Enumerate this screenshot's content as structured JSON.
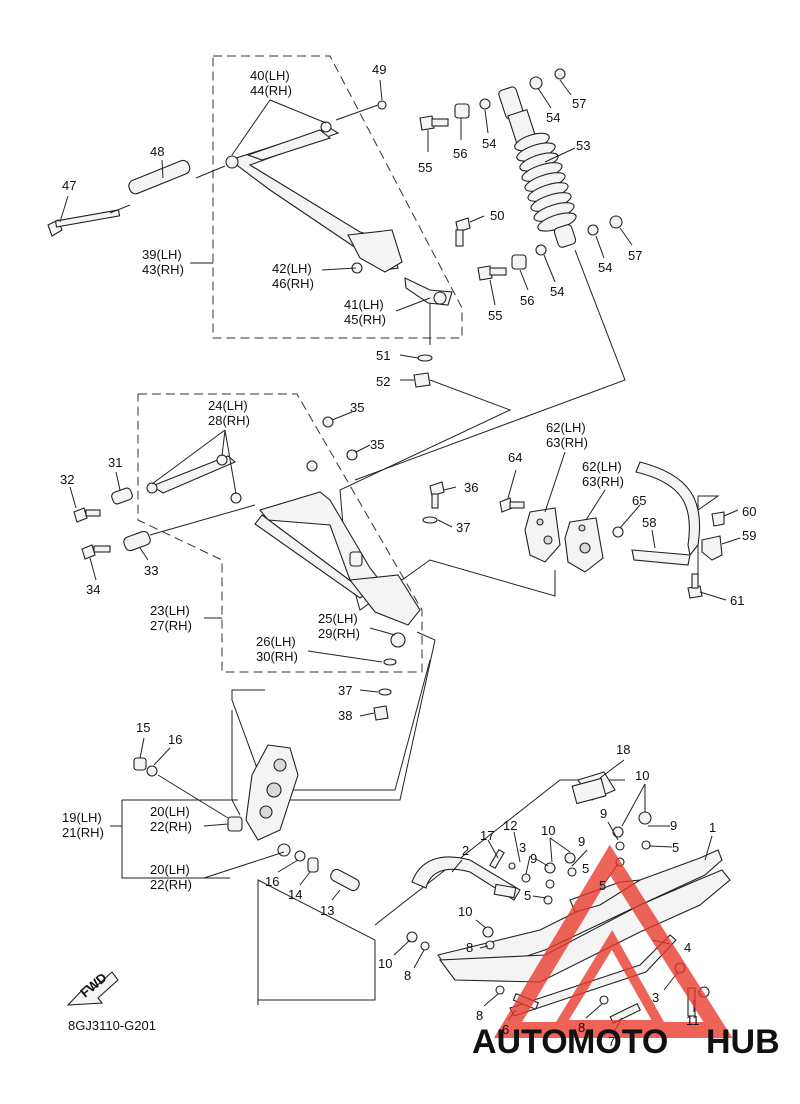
{
  "diagram": {
    "code": "8GJ3110-G201",
    "fwd_label": "FWD",
    "labels": {
      "l1": "1",
      "l2": "2",
      "l3": "3",
      "l3b": "3",
      "l4": "4",
      "l5a": "5",
      "l5b": "5",
      "l5c": "5",
      "l5d": "5",
      "l6": "6",
      "l7": "7",
      "l8a": "8",
      "l8b": "8",
      "l8c": "8",
      "l8d": "8",
      "l9a": "9",
      "l9b": "9",
      "l9c": "9",
      "l9d": "9",
      "l10a": "10",
      "l10b": "10",
      "l10c": "10",
      "l10d": "10",
      "l11": "11",
      "l12": "12",
      "l13": "13",
      "l14": "14",
      "l15": "15",
      "l16a": "16",
      "l16b": "16",
      "l17": "17",
      "l18": "18",
      "l19": "19(LH)",
      "l21": "21(RH)",
      "l20a": "20(LH)",
      "l22a": "22(RH)",
      "l20b": "20(LH)",
      "l22b": "22(RH)",
      "l23": "23(LH)",
      "l27": "27(RH)",
      "l24": "24(LH)",
      "l28": "28(RH)",
      "l25": "25(LH)",
      "l29": "29(RH)",
      "l26": "26(LH)",
      "l30": "30(RH)",
      "l31": "31",
      "l32": "32",
      "l33": "33",
      "l34": "34",
      "l35a": "35",
      "l35b": "35",
      "l36": "36",
      "l37a": "37",
      "l37b": "37",
      "l38": "38",
      "l39": "39(LH)",
      "l43": "43(RH)",
      "l40": "40(LH)",
      "l44": "44(RH)",
      "l41": "41(LH)",
      "l45": "45(RH)",
      "l42": "42(LH)",
      "l46": "46(RH)",
      "l47": "47",
      "l48": "48",
      "l49": "49",
      "l50": "50",
      "l51": "51",
      "l52": "52",
      "l53": "53",
      "l54a": "54",
      "l54b": "54",
      "l54c": "54",
      "l54d": "54",
      "l55a": "55",
      "l55b": "55",
      "l56a": "56",
      "l56b": "56",
      "l57a": "57",
      "l57b": "57",
      "l58": "58",
      "l59": "59",
      "l60": "60",
      "l61": "61",
      "l62a": "62(LH)",
      "l63a": "63(RH)",
      "l62b": "62(LH)",
      "l63b": "63(RH)",
      "l64": "64",
      "l65": "65"
    }
  },
  "watermark": {
    "text_part1": "AUTO",
    "text_part2": "MOTO",
    "text_part3": "HUB",
    "color_orange": "#f0a830",
    "color_red": "#e8382a",
    "color_grey": "#6e6e6e"
  }
}
